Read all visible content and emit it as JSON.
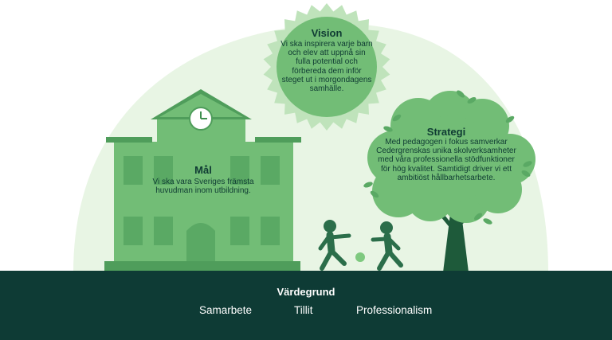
{
  "vision": {
    "title": "Vision",
    "text": "Vi ska inspirera varje barn och elev att uppnå sin fulla potential och förbereda dem inför steget ut i morgondagens samhälle."
  },
  "goal": {
    "title": "Mål",
    "text": "Vi ska vara Sveriges främsta huvudman inom utbildning."
  },
  "strategy": {
    "title": "Strategi",
    "text": "Med pedagogen i fokus samverkar Cedergrenskas unika skolverksamheter med våra professionella stödfunktioner för hög kvalitet. Samtidigt driver vi ett ambitiöst hållbarhetsarbete."
  },
  "values": {
    "title": "Värdegrund",
    "items": [
      "Samarbete",
      "Tillit",
      "Professionalism"
    ]
  },
  "colors": {
    "dark_band": "#0e3b35",
    "pale_bg": "#e8f5e4",
    "mid_green": "#6dbd73",
    "dark_green": "#3f8f4f",
    "figure_green": "#2b6e4a",
    "trunk": "#1e5a3a"
  }
}
